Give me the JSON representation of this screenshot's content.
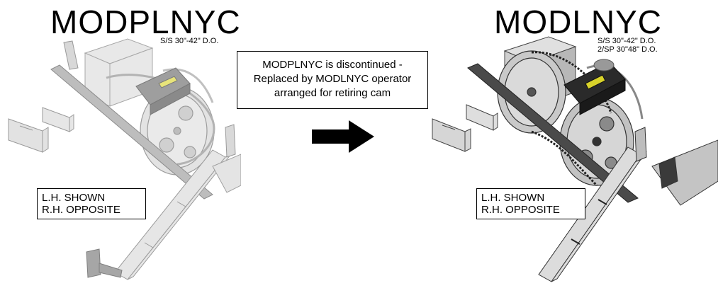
{
  "left": {
    "title": "MODPLNYC",
    "spec_lines": [
      "S/S 30\"-42\" D.O."
    ],
    "label_lines": [
      "L.H. SHOWN",
      "R.H. OPPOSITE"
    ]
  },
  "right": {
    "title": "MODLNYC",
    "spec_lines": [
      "S/S 30\"-42\" D.O.",
      "2/SP 30\"48\" D.O."
    ],
    "label_lines": [
      "L.H. SHOWN",
      "R.H. OPPOSITE"
    ]
  },
  "notice": {
    "lines": [
      "MODPLNYC is discontinued -",
      "Replaced by MODLNYC operator",
      "arranged for retiring cam"
    ]
  },
  "colors": {
    "faded_gray": "#d4d4d4",
    "dark_gray": "#3a3a3a",
    "motor_dark": "#1f1f1f",
    "motor_accent": "#d8d22a",
    "arrow": "#000000"
  },
  "icons": {
    "arrow": "arrow-right-icon"
  }
}
